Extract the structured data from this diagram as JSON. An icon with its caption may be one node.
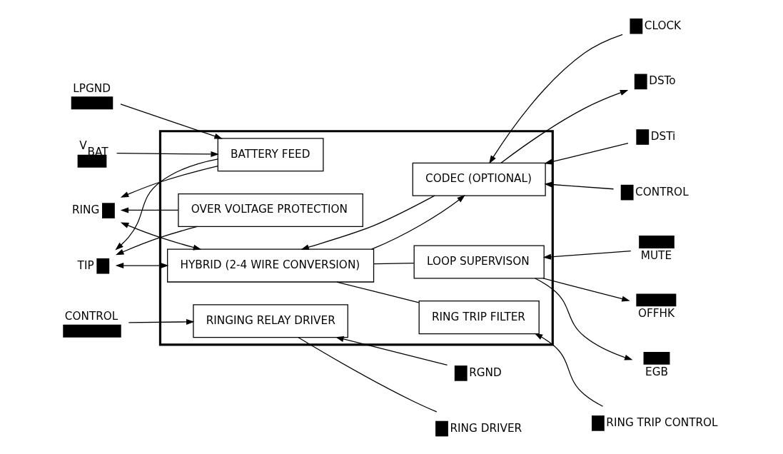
{
  "diagram": {
    "nodes": [
      {
        "text": [],
        "shape": "box"
      },
      {
        "text": [
          "BATTERY FEED"
        ],
        "in": 0
      },
      {
        "text": [
          "RINGING RELAY DRIVER"
        ],
        "in": 0
      },
      {
        "text": [
          "HYBRID (2-4 WIRE CONVERSION)"
        ],
        "in": 0
      },
      {
        "text": [
          "CODEC (OPTIONAL)"
        ],
        "in": 0
      },
      {
        "text": [
          "OVER VOLTAGE PROTECTION"
        ],
        "in": 0
      },
      {
        "text": [
          "LOOP SUPERVISON"
        ],
        "in": 0
      },
      {
        "text": [
          "RING TRIP FILTER"
        ],
        "in": 0
      },
      {
        "text": [
          "V$_{BAT}$"
        ]
      },
      {
        "text": [
          "LPGND"
        ]
      },
      {
        "text": [
          "CONTROL"
        ]
      },
      {
        "text": [
          "RING DRIVER"
        ]
      },
      {
        "text": [
          "RGND"
        ]
      },
      {
        "text": [
          "CLOCK"
        ]
      },
      {
        "text": [
          "DSTo"
        ]
      },
      {
        "text": [
          "DSTi"
        ]
      },
      {
        "text": [
          "CONTROL"
        ]
      },
      {
        "text": [
          "TIP"
        ]
      },
      {
        "text": [
          "RING"
        ]
      },
      {
        "text": [
          "RING TRIP CONTROL"
        ]
      },
      {
        "text": [
          "OFFHK"
        ]
      },
      {
        "text": [
          "EGB"
        ]
      },
      {
        "text": [
          "MUTE"
        ]
      }
    ],
    "edges": [
      {
        "from": 8,
        "to": 1,
        "arrow": "to"
      },
      {
        "from": 9,
        "to": 1,
        "arrow": "to"
      },
      {
        "from": 10,
        "to": 2,
        "arrow": "to"
      },
      {
        "from": 2,
        "to": 11,
        "arrow": "none"
      },
      {
        "from": 12,
        "to": 2,
        "arrow": "to"
      },
      {
        "from": 17,
        "to": 3,
        "arrow": "both"
      },
      {
        "from": 18,
        "to": 3,
        "arrow": "both"
      },
      {
        "from": 1,
        "to": 17,
        "arrow": "to"
      },
      {
        "from": 1,
        "to": 18,
        "arrow": "to"
      },
      {
        "from": 5,
        "to": 17,
        "arrow": "to"
      },
      {
        "from": 5,
        "to": 18,
        "arrow": "to"
      },
      {
        "from": 13,
        "to": 4,
        "arrow": "to"
      },
      {
        "from": 3,
        "to": 4,
        "arrow": "to"
      },
      {
        "from": 4,
        "to": 3,
        "arrow": "to"
      },
      {
        "from": 4,
        "to": 14,
        "arrow": "to"
      },
      {
        "from": 15,
        "to": 4,
        "arrow": "to"
      },
      {
        "from": 16,
        "to": 4,
        "arrow": "to"
      },
      {
        "from": 3,
        "to": 7,
        "arrow": "none"
      },
      {
        "from": 19,
        "to": 7,
        "arrow": "to"
      },
      {
        "from": 3,
        "to": 6,
        "arrow": "none"
      },
      {
        "from": 6,
        "to": 20,
        "arrow": "to"
      },
      {
        "from": 6,
        "to": 21,
        "arrow": "to"
      },
      {
        "from": 22,
        "to": 6,
        "arrow": "to"
      }
    ]
  }
}
